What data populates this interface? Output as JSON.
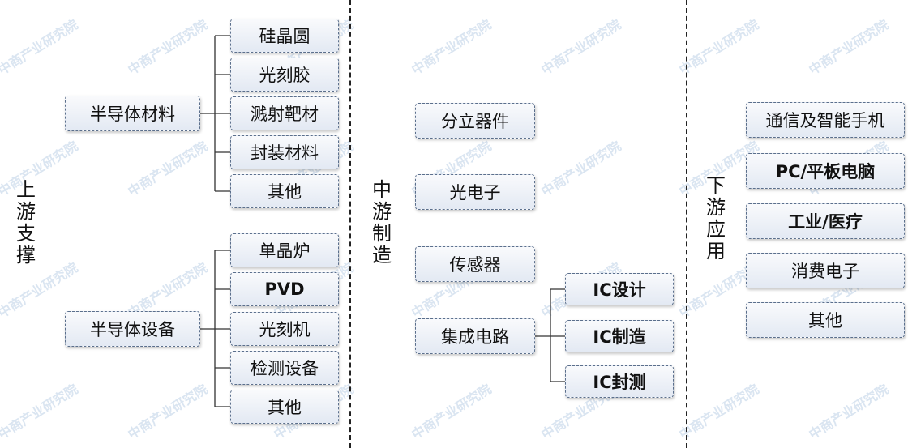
{
  "watermark": "中商产业研究院",
  "sections": {
    "upstream": "上\n游\n支\n撑",
    "midstream": "中\n游\n制\n造",
    "downstream": "下\n游\n应\n用"
  },
  "upstream": {
    "materials": {
      "label": "半导体材料",
      "items": [
        "硅晶圆",
        "光刻胶",
        "溅射靶材",
        "封装材料",
        "其他"
      ]
    },
    "equipment": {
      "label": "半导体设备",
      "items": [
        "单晶炉",
        "PVD",
        "光刻机",
        "检测设备",
        "其他"
      ]
    }
  },
  "midstream": {
    "discrete": "分立器件",
    "optoelectronics": "光电子",
    "sensor": "传感器",
    "ic": {
      "label": "集成电路",
      "items": [
        "IC设计",
        "IC制造",
        "IC封测"
      ]
    }
  },
  "downstream": {
    "items": [
      "通信及智能手机",
      "PC/平板电脑",
      "工业/医疗",
      "消费电子",
      "其他"
    ]
  },
  "colors": {
    "box_border": "#5b6f8c",
    "connector": "#333333",
    "watermark": "#d2dfee"
  }
}
